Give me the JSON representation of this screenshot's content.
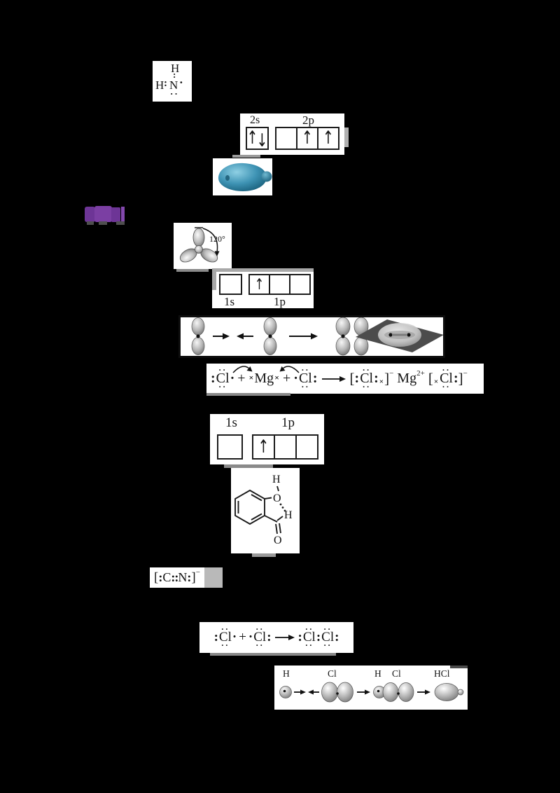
{
  "colors": {
    "background": "#000000",
    "figure_background": "#ffffff",
    "highlight_purple": "#7b3fa3",
    "orbital_teal": "#3e93b4",
    "plane_gray": "#4c4c4c",
    "ink": "#141414"
  },
  "sym": {
    "colon": ":",
    "dot": "·",
    "pair": "··",
    "cross": "×",
    "plus": "+",
    "lbracket": "[",
    "rbracket": "]",
    "minus": "−",
    "two_plus": "2+",
    "up_arrow": "↑",
    "down_arrow": "↓",
    "double_colon": "::"
  },
  "figures": {
    "amide": {
      "h_top": "H",
      "h_left": "H",
      "n": "N"
    },
    "orb2s2p": {
      "label_s": "2s",
      "label_p": "2p",
      "s_occupancy": 2,
      "p_occupancy": [
        0,
        1,
        1
      ]
    },
    "orb1s1p_a": {
      "label_s": "1s",
      "label_p": "1p",
      "s_occupancy": 0,
      "p_occupancy": [
        1,
        0,
        0
      ],
      "labels_position": "below"
    },
    "orb1s1p_b": {
      "label_s": "1s",
      "label_p": "1p",
      "s_occupancy": 0,
      "p_occupancy": [
        1,
        0,
        0
      ],
      "labels_position": "above"
    },
    "sp2_orbital": {
      "angle_label": "120°"
    },
    "mgcl2": {
      "cl": "Cl",
      "mg": "Mg"
    },
    "salicylaldehyde": {
      "hydroxyl_h": "H",
      "hydroxyl_o": "O",
      "aldehyde_h": "H",
      "carbonyl_o": "O"
    },
    "cyanide": {
      "c": "C",
      "n": "N"
    },
    "cl2": {
      "cl": "Cl"
    },
    "hcl_overlap": {
      "h1": "H",
      "cl1": "Cl",
      "h2": "H",
      "cl2": "Cl",
      "hcl": "HCl"
    }
  }
}
